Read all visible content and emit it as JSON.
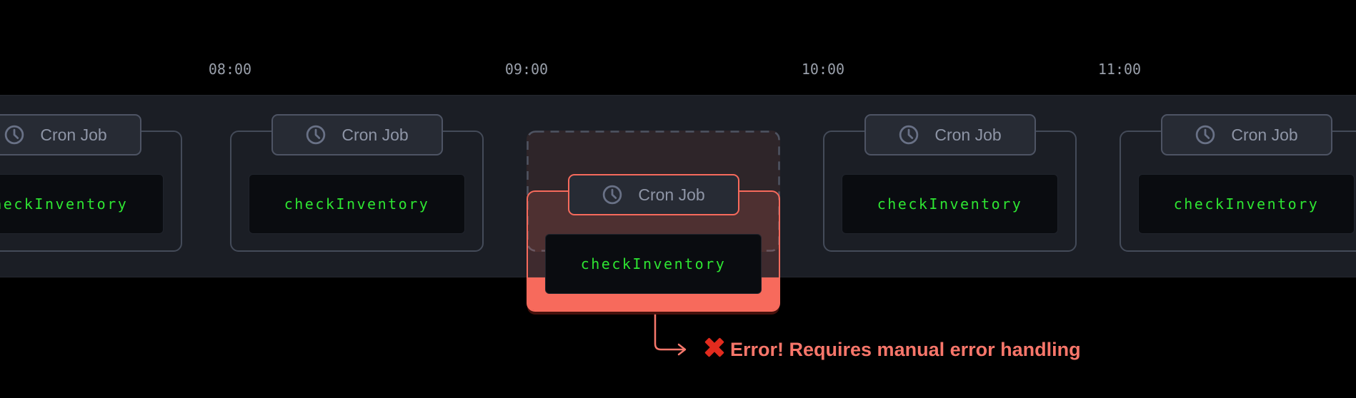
{
  "timeline": {
    "ticks": [
      {
        "label": "08:00"
      },
      {
        "label": "09:00"
      },
      {
        "label": "10:00"
      },
      {
        "label": "11:00"
      }
    ]
  },
  "jobs": [
    {
      "badge_label": "Cron Job",
      "badge_icon": "clock-icon",
      "code": "checkInventory",
      "status": "scheduled"
    },
    {
      "badge_label": "Cron Job",
      "badge_icon": "clock-icon",
      "code": "checkInventory",
      "status": "scheduled"
    },
    {
      "badge_label": "Cron Job",
      "badge_icon": "clock-icon",
      "code": "checkInventory",
      "status": "error"
    },
    {
      "badge_label": "Cron Job",
      "badge_icon": "clock-icon",
      "code": "checkInventory",
      "status": "scheduled"
    },
    {
      "badge_label": "Cron Job",
      "badge_icon": "clock-icon",
      "code": "checkInventory",
      "status": "scheduled"
    }
  ],
  "error_annotation": {
    "icon": "cross-mark-icon",
    "text": "Error! Requires manual error handling"
  },
  "colors": {
    "band_bg": "#1b1e25",
    "card_border": "#444b59",
    "badge_bg": "#272b34",
    "badge_text": "#8e95a6",
    "code_green": "#2ee532",
    "accent_error": "#f76a5c",
    "error_text": "#f8766a",
    "x_red": "#e22b1e"
  }
}
